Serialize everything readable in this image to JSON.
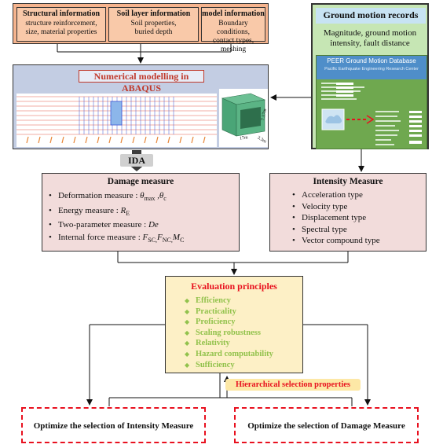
{
  "inputs": [
    {
      "title": "Structural information",
      "lines": [
        "structure reinforcement,",
        "size, material properties"
      ]
    },
    {
      "title": "Soil layer information",
      "lines": [
        "Soil properties,",
        "buried depth"
      ]
    },
    {
      "title": "model information",
      "lines": [
        "Boundary conditions,",
        "contact types, meshing"
      ]
    }
  ],
  "ground_motion": {
    "title": "Ground motion records",
    "description": [
      "Magnitude, ground motion",
      "intensity, fault distance"
    ],
    "peer_title": "PEER Ground Motion Database",
    "peer_subtitle": "Pacific Earthquake Engineering Research Center"
  },
  "modelling": {
    "title": "Numerical modelling in ABAQUS",
    "dims": [
      "17m",
      "7.17m",
      "3.3m"
    ]
  },
  "ida_label": "IDA",
  "damage_measure": {
    "title": "Damage measure",
    "items": [
      {
        "text": "Deformation measure : ",
        "math": "θ",
        "sub1": "max",
        "sep": " ,θ",
        "sub2": "c"
      },
      {
        "text": "Energy measure : ",
        "math": "R",
        "sub1": "E"
      },
      {
        "text": "Two-parameter measure : ",
        "math": "De"
      },
      {
        "text": "Internal force measure : ",
        "math": "F",
        "sub1": "SC,",
        "m2": "F",
        "sub2": "NC,",
        "m3": "M",
        "sub3": "C"
      }
    ]
  },
  "intensity_measure": {
    "title": "Intensity Measure",
    "items": [
      "Acceleration type",
      "Velocity type",
      "Displacement type",
      "Spectral type",
      "Vector compound type"
    ]
  },
  "evaluation": {
    "title": "Evaluation principles",
    "items": [
      "Efficiency",
      "Practicality",
      "Proficiency",
      "Scaling robustness",
      "Relativity",
      "Hazard computability",
      "Sufficiency"
    ]
  },
  "hierarchical_label": "Hierarchical selection properties",
  "optimize": {
    "intensity": "Optimize the selection of Intensity Measure",
    "damage": "Optimize the selection of Damage Measure"
  },
  "colors": {
    "accent_red": "#e8111f",
    "green_text": "#92c24c",
    "peach": "#f6b48e",
    "pink": "#f2dcdb",
    "cream": "#fdf0c6",
    "blue_gray": "#c3cde3",
    "light_green": "#c6e6b4"
  }
}
